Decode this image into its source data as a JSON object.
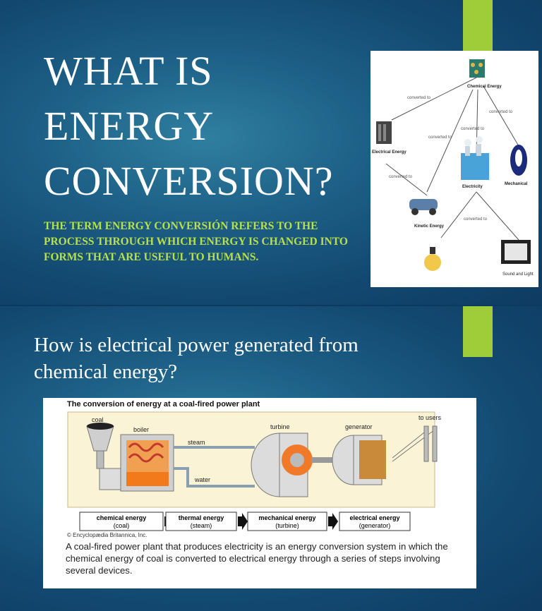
{
  "slide1": {
    "title_lines": [
      "WHAT IS",
      "ENERGY",
      "CONVERSION?"
    ],
    "subtitle": "THE TERM ENERGY CONVERSIÓN REFERS TO THE PROCESS THROUGH WHICH ENERGY IS CHANGED INTO FORMS THAT ARE USEFUL TO HUMANS.",
    "diagram": {
      "chemical": "Chemical Energy",
      "electrical": "Electrical Energy",
      "electricity": "Electricity",
      "mechanical": "Mechanical",
      "kinetic": "Kinetic Energy",
      "sound": "Sound and Light",
      "edge_label": "converted to"
    }
  },
  "slide2": {
    "title": "How is electrical power generated from chemical energy?",
    "figure": {
      "title": "The conversion of energy at a coal-fired power plant",
      "labels": {
        "coal": "coal",
        "boiler": "boiler",
        "steam": "steam",
        "water": "water",
        "turbine": "turbine",
        "generator": "generator",
        "users": "to users"
      },
      "stages": [
        {
          "name": "chemical energy",
          "source": "(coal)"
        },
        {
          "name": "thermal energy",
          "source": "(steam)"
        },
        {
          "name": "mechanical energy",
          "source": "(turbine)"
        },
        {
          "name": "electrical energy",
          "source": "(generator)"
        }
      ],
      "credit": "© Encyclopædia Britannica, Inc.",
      "caption": "A coal-fired power plant that produces electricity is an energy conversion system in which the chemical energy of coal is converted to electrical energy through a series of steps involving several devices."
    }
  },
  "colors": {
    "accent": "#9fcd3a",
    "subtitle": "#b8e04a",
    "background": "#1d5f86"
  }
}
